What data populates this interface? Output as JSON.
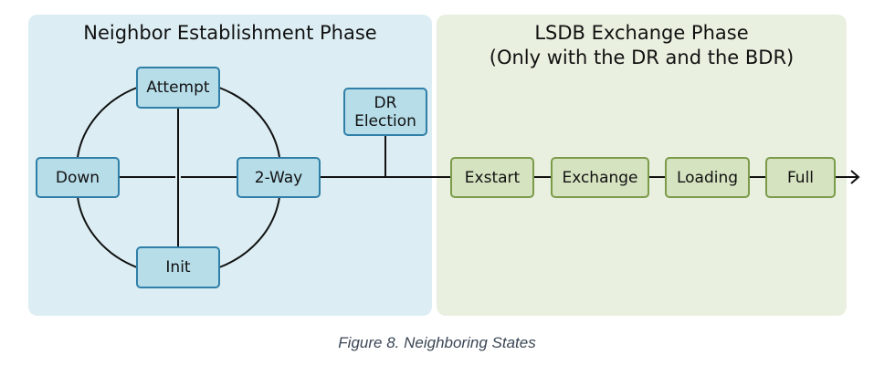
{
  "phases": {
    "neighbor": {
      "title": "Neighbor Establishment Phase",
      "color": "#dceef4"
    },
    "lsdb": {
      "title_line1": "LSDB Exchange Phase",
      "title_line2": "(Only with the DR and the BDR)",
      "color": "#e9f0df"
    }
  },
  "states": {
    "attempt": "Attempt",
    "down": "Down",
    "two_way": "2-Way",
    "init": "Init",
    "dr_election_line1": "DR",
    "dr_election_line2": "Election",
    "exstart": "Exstart",
    "exchange": "Exchange",
    "loading": "Loading",
    "full": "Full"
  },
  "colors": {
    "blue_box_fill": "#b7dde9",
    "blue_box_border": "#2f7fa8",
    "green_box_fill": "#d6e3c0",
    "green_box_border": "#7b9b4a"
  },
  "caption": "Figure 8. Neighboring States"
}
